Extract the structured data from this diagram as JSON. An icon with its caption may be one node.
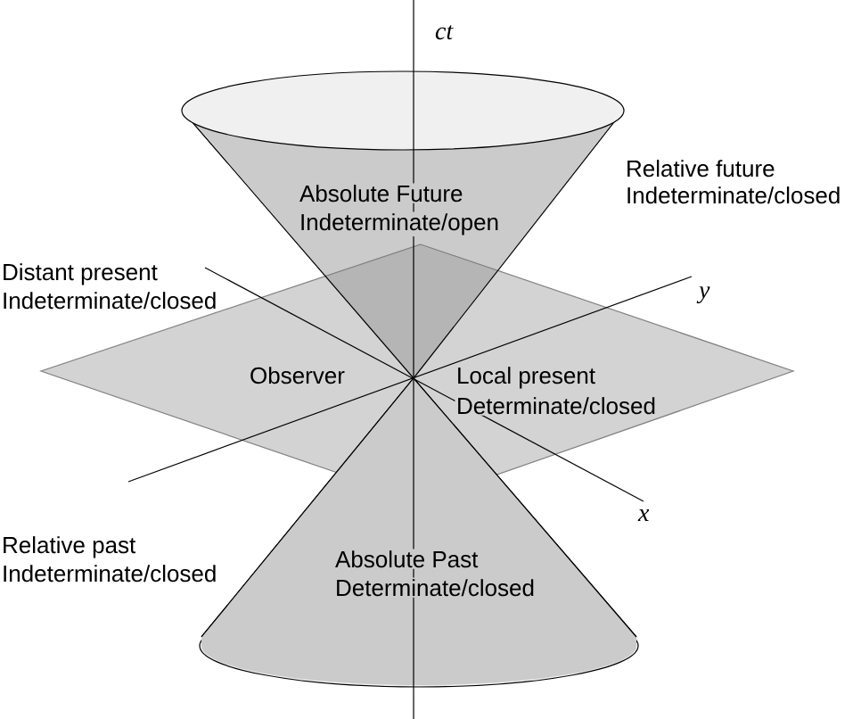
{
  "diagram": {
    "labels": [
      "ct",
      "Relative future",
      "Indeterminate/closed",
      "Absolute Future",
      "Indeterminate/open",
      "Distant present",
      "Indeterminate/closed",
      "y",
      "Observer",
      "Local present",
      "Determinate/closed",
      "x",
      "Relative past",
      "Indeterminate/closed",
      "Absolute Past",
      "Determinate/closed"
    ]
  }
}
